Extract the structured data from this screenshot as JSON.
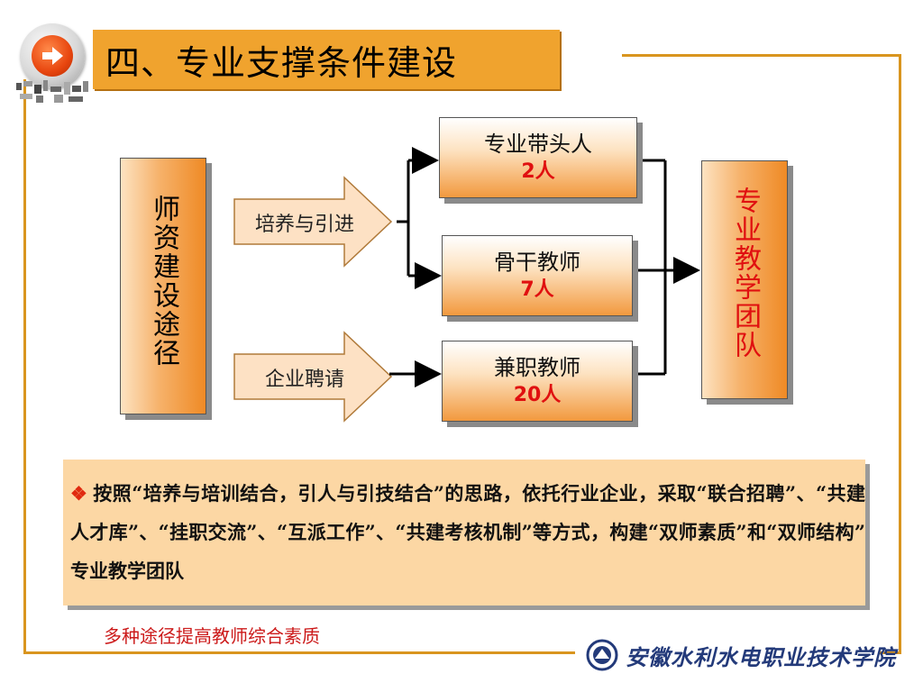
{
  "header": {
    "title": "四、专业支撑条件建设"
  },
  "left_box": {
    "label": "师资建设途径"
  },
  "arrows": [
    {
      "label": "培养与引进"
    },
    {
      "label": "企业聘请"
    }
  ],
  "roles": [
    {
      "label": "专业带头人",
      "count": "2人"
    },
    {
      "label": "骨干教师",
      "count": "7人"
    },
    {
      "label": "兼职教师",
      "count": "20人"
    }
  ],
  "right_box": {
    "label": "专业教学团队"
  },
  "note": {
    "text": "按照“培养与培训结合，引人与引技结合”的思路，依托行业企业，采取“联合招聘”、“共建人才库”、“挂职交流”、“互派工作”、“共建考核机制”等方式，构建“双师素质”和“双师结构” 专业教学团队"
  },
  "caption": "多种途径提高教师综合素质",
  "college": {
    "name": "安徽水利水电职业技术学院"
  },
  "colors": {
    "accent": "#f0a32e",
    "frame": "#d9951f",
    "count_red": "#e01010",
    "note_bg": "#fcd7a4",
    "college_blue": "#233a7a"
  },
  "icons": {
    "nav": "arrow-right-icon",
    "bullet": "diamond-bullet-icon",
    "college": "college-emblem-icon"
  }
}
